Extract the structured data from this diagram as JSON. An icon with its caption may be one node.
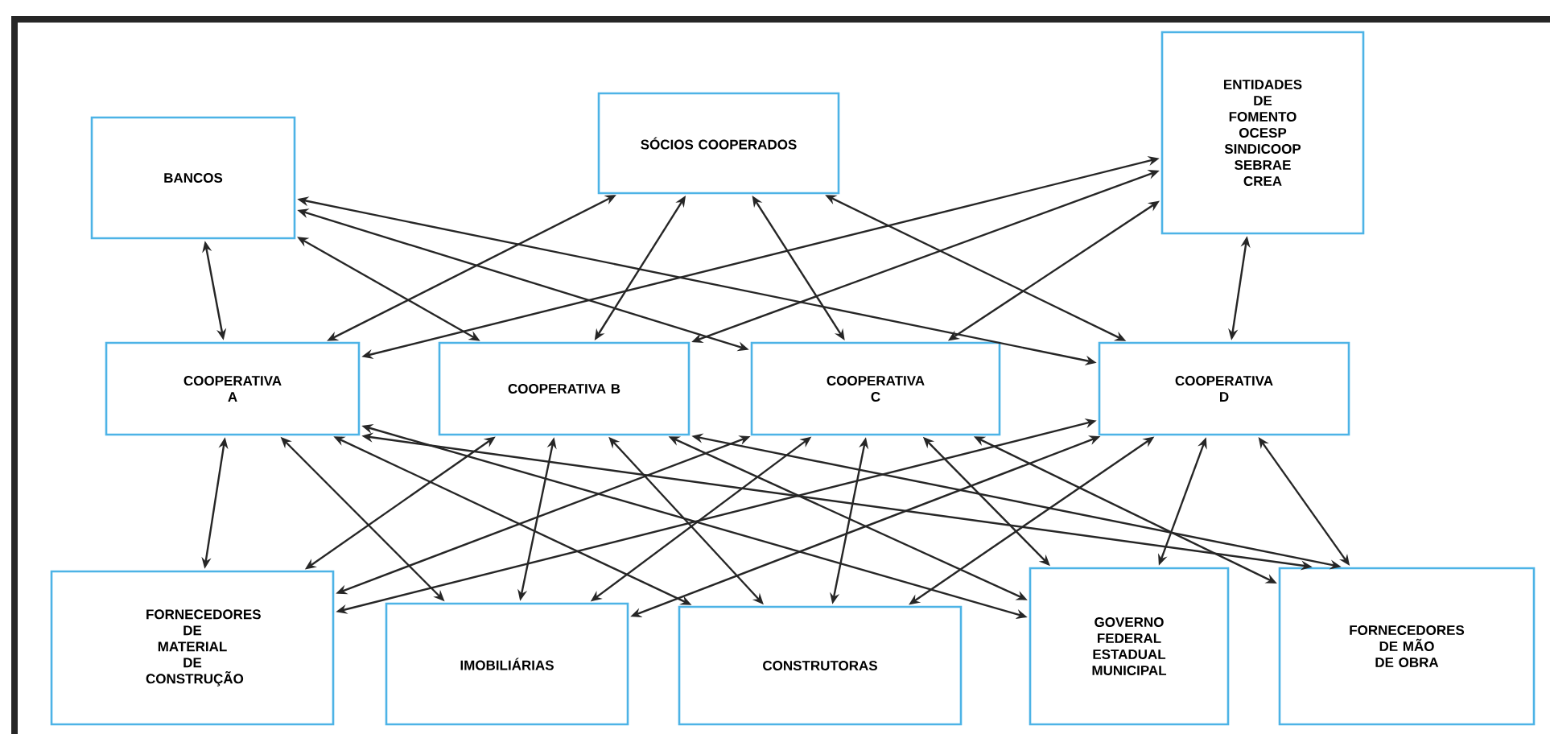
{
  "diagram": {
    "nodes": [
      {
        "text": [
          "BANCOS"
        ]
      },
      {
        "text": [
          "SÓCIOS COOPERADOS"
        ]
      },
      {
        "text": [
          "ENTIDADES DE FOMENTO OCESP SINDICOOP SEBRAE CREA"
        ]
      },
      {
        "text": [
          "COOPERATIVA A"
        ]
      },
      {
        "text": [
          "COOPERATIVA B"
        ]
      },
      {
        "text": [
          "COOPERATIVA C"
        ]
      },
      {
        "text": [
          "COOPERATIVA D"
        ]
      },
      {
        "text": [
          "FORNECEDORES DE MATERIAL DE CONSTRUÇÃO"
        ]
      },
      {
        "text": [
          "IMOBILIÁRIAS"
        ]
      },
      {
        "text": [
          "CONSTRUTORAS"
        ]
      },
      {
        "text": [
          "GOVERNO FEDERAL ESTADUAL MUNICIPAL"
        ]
      },
      {
        "text": [
          "FORNECEDORES DE MÃO DE OBRA"
        ]
      }
    ],
    "edges": [
      {
        "from": 0,
        "to": 3,
        "arrow": "both"
      },
      {
        "from": 0,
        "to": 4,
        "arrow": "both"
      },
      {
        "from": 0,
        "to": 5,
        "arrow": "both"
      },
      {
        "from": 0,
        "to": 6,
        "arrow": "both"
      },
      {
        "from": 1,
        "to": 3,
        "arrow": "both"
      },
      {
        "from": 1,
        "to": 4,
        "arrow": "both"
      },
      {
        "from": 1,
        "to": 5,
        "arrow": "both"
      },
      {
        "from": 1,
        "to": 6,
        "arrow": "both"
      },
      {
        "from": 2,
        "to": 3,
        "arrow": "both"
      },
      {
        "from": 2,
        "to": 4,
        "arrow": "both"
      },
      {
        "from": 2,
        "to": 5,
        "arrow": "both"
      },
      {
        "from": 2,
        "to": 6,
        "arrow": "both"
      },
      {
        "from": 3,
        "to": 7,
        "arrow": "both"
      },
      {
        "from": 3,
        "to": 8,
        "arrow": "both"
      },
      {
        "from": 3,
        "to": 9,
        "arrow": "both"
      },
      {
        "from": 3,
        "to": 10,
        "arrow": "both"
      },
      {
        "from": 3,
        "to": 11,
        "arrow": "both"
      },
      {
        "from": 4,
        "to": 7,
        "arrow": "both"
      },
      {
        "from": 4,
        "to": 8,
        "arrow": "both"
      },
      {
        "from": 4,
        "to": 9,
        "arrow": "both"
      },
      {
        "from": 4,
        "to": 10,
        "arrow": "both"
      },
      {
        "from": 4,
        "to": 11,
        "arrow": "both"
      },
      {
        "from": 5,
        "to": 7,
        "arrow": "both"
      },
      {
        "from": 5,
        "to": 8,
        "arrow": "both"
      },
      {
        "from": 5,
        "to": 9,
        "arrow": "both"
      },
      {
        "from": 5,
        "to": 10,
        "arrow": "both"
      },
      {
        "from": 5,
        "to": 11,
        "arrow": "both"
      },
      {
        "from": 6,
        "to": 7,
        "arrow": "both"
      },
      {
        "from": 6,
        "to": 8,
        "arrow": "both"
      },
      {
        "from": 6,
        "to": 9,
        "arrow": "both"
      },
      {
        "from": 6,
        "to": 10,
        "arrow": "both"
      },
      {
        "from": 6,
        "to": 11,
        "arrow": "both"
      }
    ]
  }
}
